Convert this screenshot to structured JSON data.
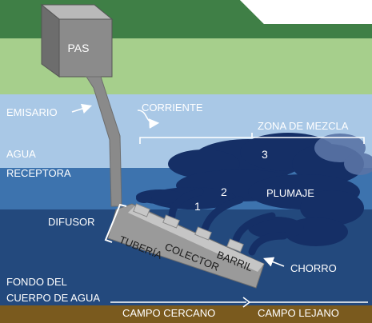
{
  "labels": {
    "pas": "PAS",
    "emisario": "EMISARIO",
    "corriente": "CORRIENTE",
    "zona_mezcla": "ZONA DE MEZCLA",
    "agua": "AGUA",
    "receptora": "RECEPTORA",
    "difusor": "DIFUSOR",
    "plumaje": "PLUMAJE",
    "num1": "1",
    "num2": "2",
    "num3": "3",
    "tuberia": "TUBERÍA",
    "colector": "COLECTOR",
    "barril": "BARRIL",
    "chorro": "CHORRO",
    "fondo": "FONDO DEL",
    "cuerpo": "CUERPO DE AGUA",
    "campo_cercano": "CAMPO CERCANO",
    "campo_lejano": "CAMPO LEJANO"
  },
  "colors": {
    "land_dark": "#3f7f46",
    "land_light": "#a6cf8c",
    "water_surface": "#a9c8e6",
    "water_mid": "#3d73ae",
    "water_deep": "#23497d",
    "plume": "#152f66",
    "structure": "#8f8f8f",
    "sediment": "#7a5a1e"
  }
}
